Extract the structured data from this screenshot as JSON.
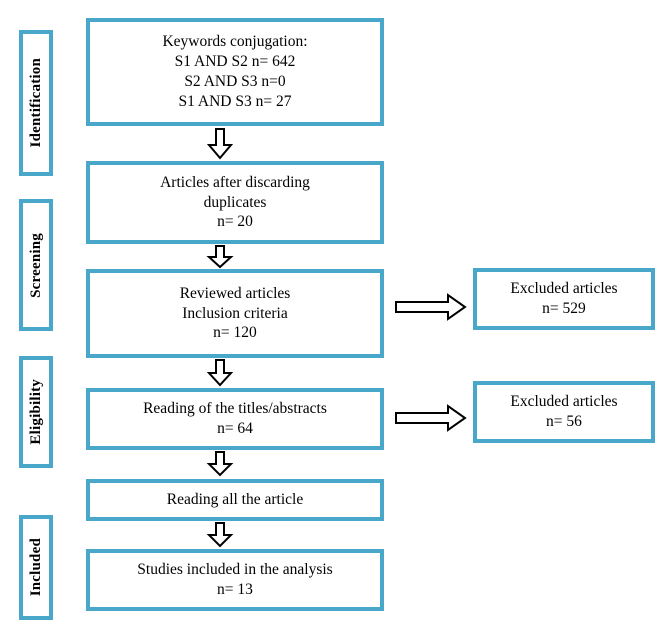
{
  "diagram": {
    "type": "prisma-flow-diagram",
    "accent_color": "#49a7c9",
    "text_color": "#000000",
    "background_color": "#ffffff",
    "stages": [
      {
        "id": "identification",
        "label": "Identification"
      },
      {
        "id": "screening",
        "label": "Screening"
      },
      {
        "id": "eligibility",
        "label": "Eligibility"
      },
      {
        "id": "included",
        "label": "Included"
      }
    ],
    "flow_boxes": [
      {
        "id": "keywords-conjugation",
        "text": "Keywords conjugation:\nS1 AND S2 n= 642\nS2 AND S3 n=0\nS1 AND S3 n= 27"
      },
      {
        "id": "articles-after-discarding-duplicates",
        "text": "Articles after discarding\nduplicates\nn= 20"
      },
      {
        "id": "reviewed-articles",
        "text": "Reviewed articles\nInclusion criteria\nn= 120"
      },
      {
        "id": "reading-titles-abstracts",
        "text": "Reading of the titles/abstracts\nn= 64"
      },
      {
        "id": "reading-all-the-article",
        "text": "Reading all the article"
      },
      {
        "id": "studies-included",
        "text": "Studies included in the analysis\nn= 13"
      }
    ],
    "excluded_boxes": [
      {
        "id": "excluded-529",
        "text": "Excluded articles\nn= 529"
      },
      {
        "id": "excluded-56",
        "text": "Excluded articles\nn= 56"
      }
    ],
    "icons": {
      "arrow_down": "down-block-arrow-icon",
      "arrow_right": "right-block-arrow-icon"
    }
  }
}
